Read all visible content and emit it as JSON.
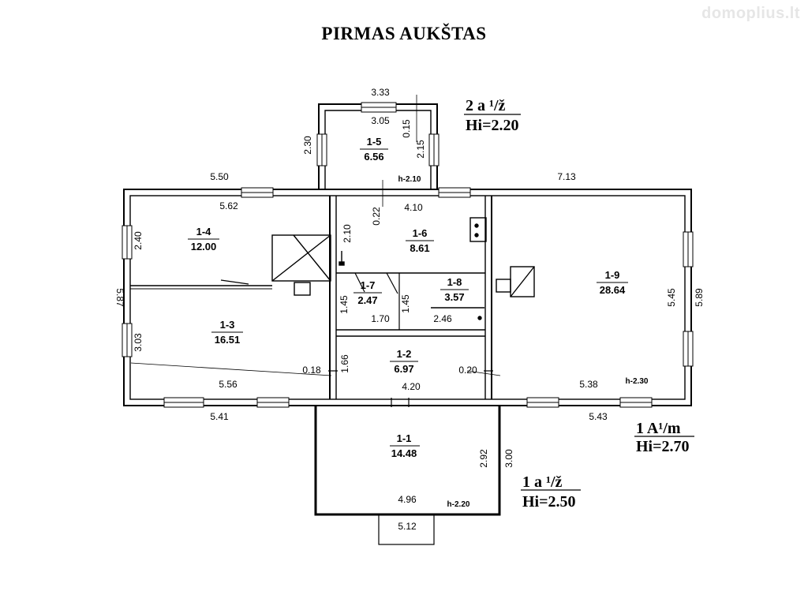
{
  "title": "PIRMAS AUKŠTAS",
  "watermark": "domoplius.lt",
  "rooms": [
    {
      "id": "1-1",
      "area": "14.48"
    },
    {
      "id": "1-2",
      "area": "6.97"
    },
    {
      "id": "1-3",
      "area": "16.51"
    },
    {
      "id": "1-4",
      "area": "12.00"
    },
    {
      "id": "1-5",
      "area": "6.56"
    },
    {
      "id": "1-6",
      "area": "8.61"
    },
    {
      "id": "1-7",
      "area": "2.47"
    },
    {
      "id": "1-8",
      "area": "3.57"
    },
    {
      "id": "1-9",
      "area": "28.64"
    }
  ],
  "dimensions": {
    "d333": "3.33",
    "d305": "3.05",
    "d015": "0.15",
    "d215": "2.15",
    "d230": "2.30",
    "d550": "5.50",
    "d562": "5.62",
    "d240": "2.40",
    "d587": "5.87",
    "d303": "3.03",
    "d556": "5.56",
    "d541": "5.41",
    "d018": "0.18",
    "d166": "1.66",
    "d022": "0.22",
    "d410": "4.10",
    "d210": "2.10",
    "d145a": "1.45",
    "d170": "1.70",
    "d145b": "1.45",
    "d246": "2.46",
    "d420": "4.20",
    "d020": "0.20",
    "d713": "7.13",
    "d545": "5.45",
    "d589": "5.89",
    "d538": "5.38",
    "d543": "5.43",
    "d292": "2.92",
    "d300": "3.00",
    "d496": "4.96",
    "d512": "5.12"
  },
  "heights": {
    "h_210": "h-2.10",
    "h_230": "h-2.30",
    "h_220": "h-2.20"
  },
  "floor_notes": [
    {
      "line1": "2 a ¹/ž",
      "line2": "Hi=2.20"
    },
    {
      "line1": "1 A¹/m",
      "line2": "Hi=2.70"
    },
    {
      "line1": "1 a ¹/ž",
      "line2": "Hi=2.50"
    }
  ]
}
